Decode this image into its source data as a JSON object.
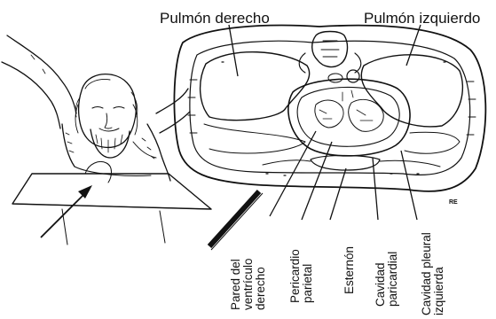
{
  "labels": {
    "right_lung": "Pulmón derecho",
    "left_lung": "Pulmón izquierdo",
    "rv_wall_1": "Pared del",
    "rv_wall_2": "ventrículo",
    "rv_wall_3": "derecho",
    "parietal_pericardium_1": "Pericardio",
    "parietal_pericardium_2": "parietal",
    "sternum": "Esternón",
    "pericardial_cavity_1": "Cavidad",
    "pericardial_cavity_2": "paricardial",
    "left_pleural_cavity_1": "Cavidad pleural",
    "left_pleural_cavity_2": "izquierda",
    "scale_mark": "RE"
  },
  "colors": {
    "ink": "#111111",
    "paper": "#ffffff"
  }
}
